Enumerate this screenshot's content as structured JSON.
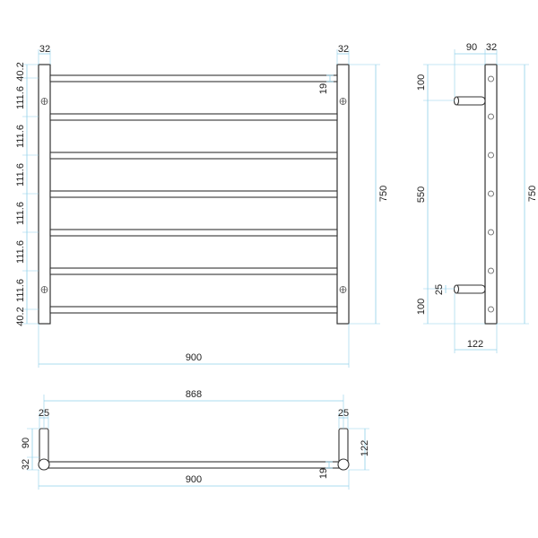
{
  "front_view": {
    "post_width_left": "32",
    "post_width_right": "32",
    "gap_top": "40.2",
    "spacing": [
      "111.6",
      "111.6",
      "111.6",
      "111.6",
      "111.6",
      "111.6"
    ],
    "gap_bottom": "40.2",
    "bar_diameter": "19",
    "overall_height": "750",
    "overall_width": "900"
  },
  "side_view": {
    "projection": "90",
    "post_width": "32",
    "top_offset": "100",
    "bracket_spacing": "550",
    "bottom_offset": "100",
    "bracket_diameter": "25",
    "overall_height": "750",
    "overall_depth": "122"
  },
  "top_view": {
    "inner_width": "868",
    "bracket_left": "25",
    "bracket_right": "25",
    "depth_inner": "90",
    "post_depth": "32",
    "overall_depth": "122",
    "bar_diameter": "19",
    "overall_width": "900"
  }
}
